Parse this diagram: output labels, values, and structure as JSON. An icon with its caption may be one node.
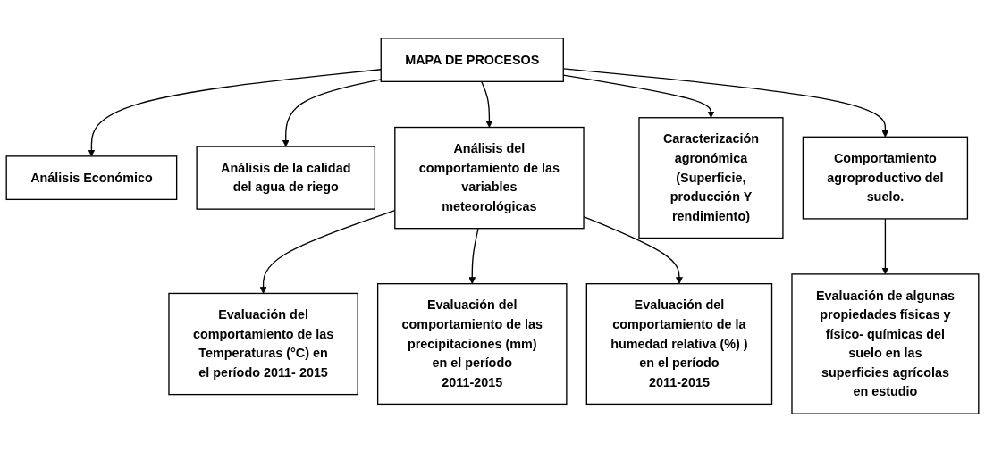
{
  "diagram": {
    "nodes": [
      {
        "text": [
          "MAPA DE PROCESOS"
        ]
      },
      {
        "text": [
          "Análisis Económico"
        ]
      },
      {
        "text": [
          "Análisis de la calidad del agua de riego"
        ]
      },
      {
        "text": [
          "Análisis del comportamiento de las variables meteorológicas"
        ]
      },
      {
        "text": [
          "Caracterización agronómica (Superficie, producción Y rendimiento)"
        ]
      },
      {
        "text": [
          "Comportamiento agroproductivo del suelo."
        ]
      },
      {
        "text": [
          "Evaluación del comportamiento de las Temperaturas (°C) en el período 2011- 2015"
        ]
      },
      {
        "text": [
          "Evaluación del comportamiento de las precipitaciones (mm) en el período 2011-2015"
        ]
      },
      {
        "text": [
          "Evaluación del comportamiento de la humedad relativa (%) ) en el período 2011-2015"
        ]
      },
      {
        "text": [
          "Evaluación de algunas propiedades físicas y físico- químicas del suelo en las superficies agrícolas en estudio"
        ]
      }
    ],
    "edges": [
      {
        "from": 0,
        "to": 1,
        "arrow": "to"
      },
      {
        "from": 0,
        "to": 2,
        "arrow": "to"
      },
      {
        "from": 0,
        "to": 3,
        "arrow": "to"
      },
      {
        "from": 0,
        "to": 4,
        "arrow": "to"
      },
      {
        "from": 0,
        "to": 5,
        "arrow": "to"
      },
      {
        "from": 3,
        "to": 6,
        "arrow": "to"
      },
      {
        "from": 3,
        "to": 7,
        "arrow": "to"
      },
      {
        "from": 3,
        "to": 8,
        "arrow": "to"
      },
      {
        "from": 5,
        "to": 9,
        "arrow": "to"
      }
    ]
  }
}
